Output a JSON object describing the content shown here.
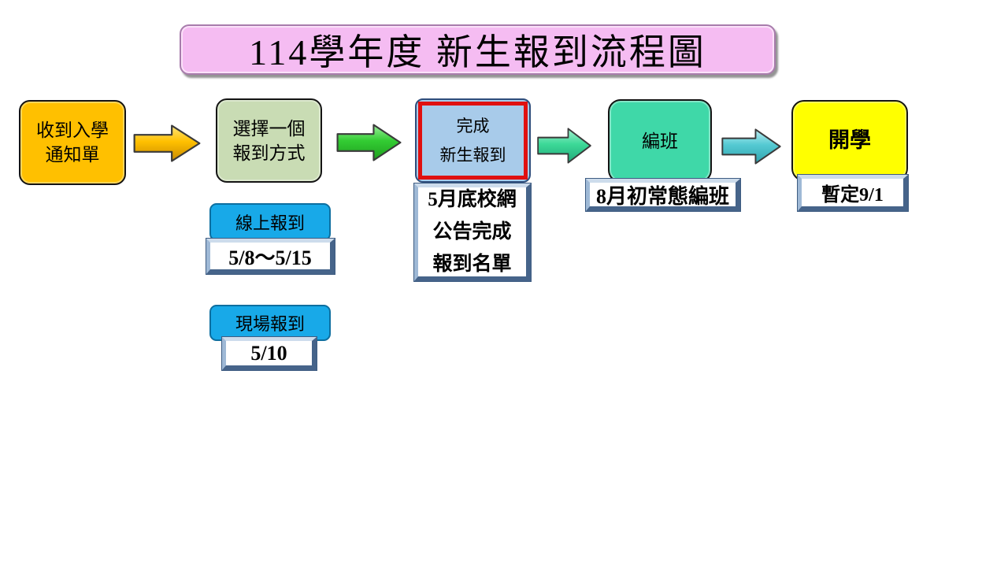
{
  "title": {
    "text": "114學年度 新生報到流程圖",
    "bg": "#F5BCF2"
  },
  "flow": {
    "steps": [
      {
        "lines": [
          "收到入學",
          "通知單"
        ],
        "bg": "#FFC000"
      },
      {
        "lines": [
          "選擇一個",
          "報到方式"
        ],
        "bg": "#C9DCB4"
      },
      {
        "lines": [
          "完成",
          "新生報到"
        ],
        "bg": "#A8CBEA",
        "highlight_border": "#E01010"
      },
      {
        "lines": [
          "編班"
        ],
        "bg": "#3FD8A8"
      },
      {
        "lines": [
          "開學"
        ],
        "bg": "#FFFF00"
      }
    ],
    "arrows": [
      {
        "color": "#FFC000",
        "highlight": "#FFE57A",
        "dark": "#C98A00"
      },
      {
        "color": "#33CC33",
        "highlight": "#9CF09C",
        "dark": "#1E9E1E"
      },
      {
        "color": "#3DD998",
        "highlight": "#A5F0D0",
        "dark": "#1FA878"
      },
      {
        "color": "#55CAD3",
        "highlight": "#BCEDF1",
        "dark": "#2FA3AD"
      }
    ]
  },
  "methods": {
    "online": {
      "label": "線上報到",
      "date": "5/8～5/15",
      "bg": "#18A9E8"
    },
    "onsite": {
      "label": "現場報到",
      "date": "5/10",
      "bg": "#18A9E8"
    }
  },
  "notes": {
    "announcement_lines": [
      "5月底校網",
      "公告完成",
      "報到名單"
    ],
    "class_assignment_date": "8月初常態編班",
    "school_start_date": "暫定9/1"
  }
}
